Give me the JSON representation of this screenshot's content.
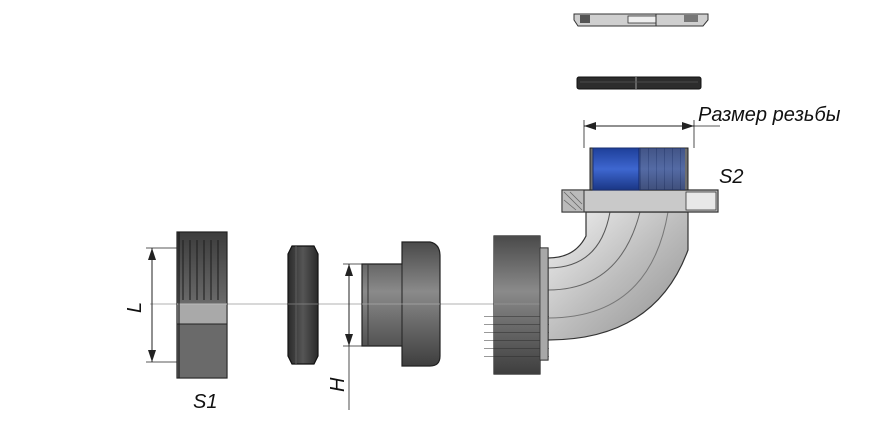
{
  "labels": {
    "thread_size": "Размер резьбы",
    "s2": "S2",
    "s1": "S1",
    "l": "L",
    "h": "H"
  },
  "colors": {
    "thread_insert": "#2f55b8",
    "steel_dark": "#3a3a3a",
    "steel_light": "#d9d9d9",
    "outline": "#222222"
  }
}
